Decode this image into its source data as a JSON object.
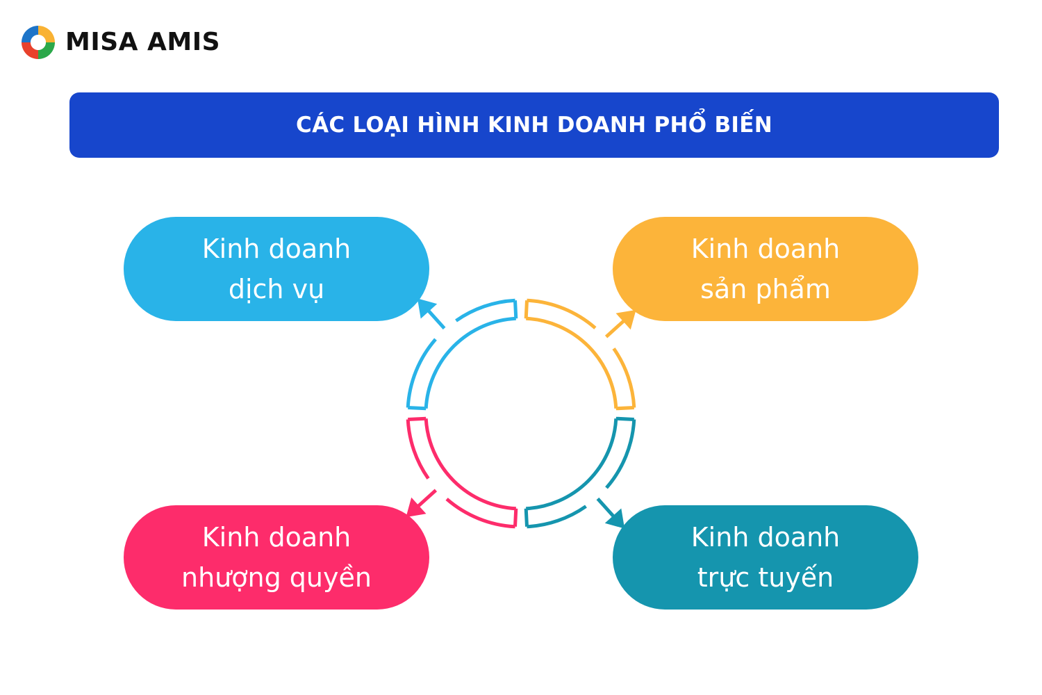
{
  "brand": {
    "name": "MISA AMIS",
    "logo_icon": "misa-amis-logo-icon"
  },
  "title": {
    "text": "CÁC LOẠI HÌNH KINH DOANH PHỔ BIẾN",
    "background": "#1746CC"
  },
  "items": [
    {
      "line1": "Kinh doanh",
      "line2": "dịch vụ",
      "color": "#29B3E8"
    },
    {
      "line1": "Kinh doanh",
      "line2": "sản phẩm",
      "color": "#FCB43A"
    },
    {
      "line1": "Kinh doanh",
      "line2": "nhượng quyền",
      "color": "#FD2C6B"
    },
    {
      "line1": "Kinh doanh",
      "line2": "trực tuyến",
      "color": "#1595AE"
    }
  ],
  "cycle": {
    "icon": "cycle-arrows-icon"
  }
}
